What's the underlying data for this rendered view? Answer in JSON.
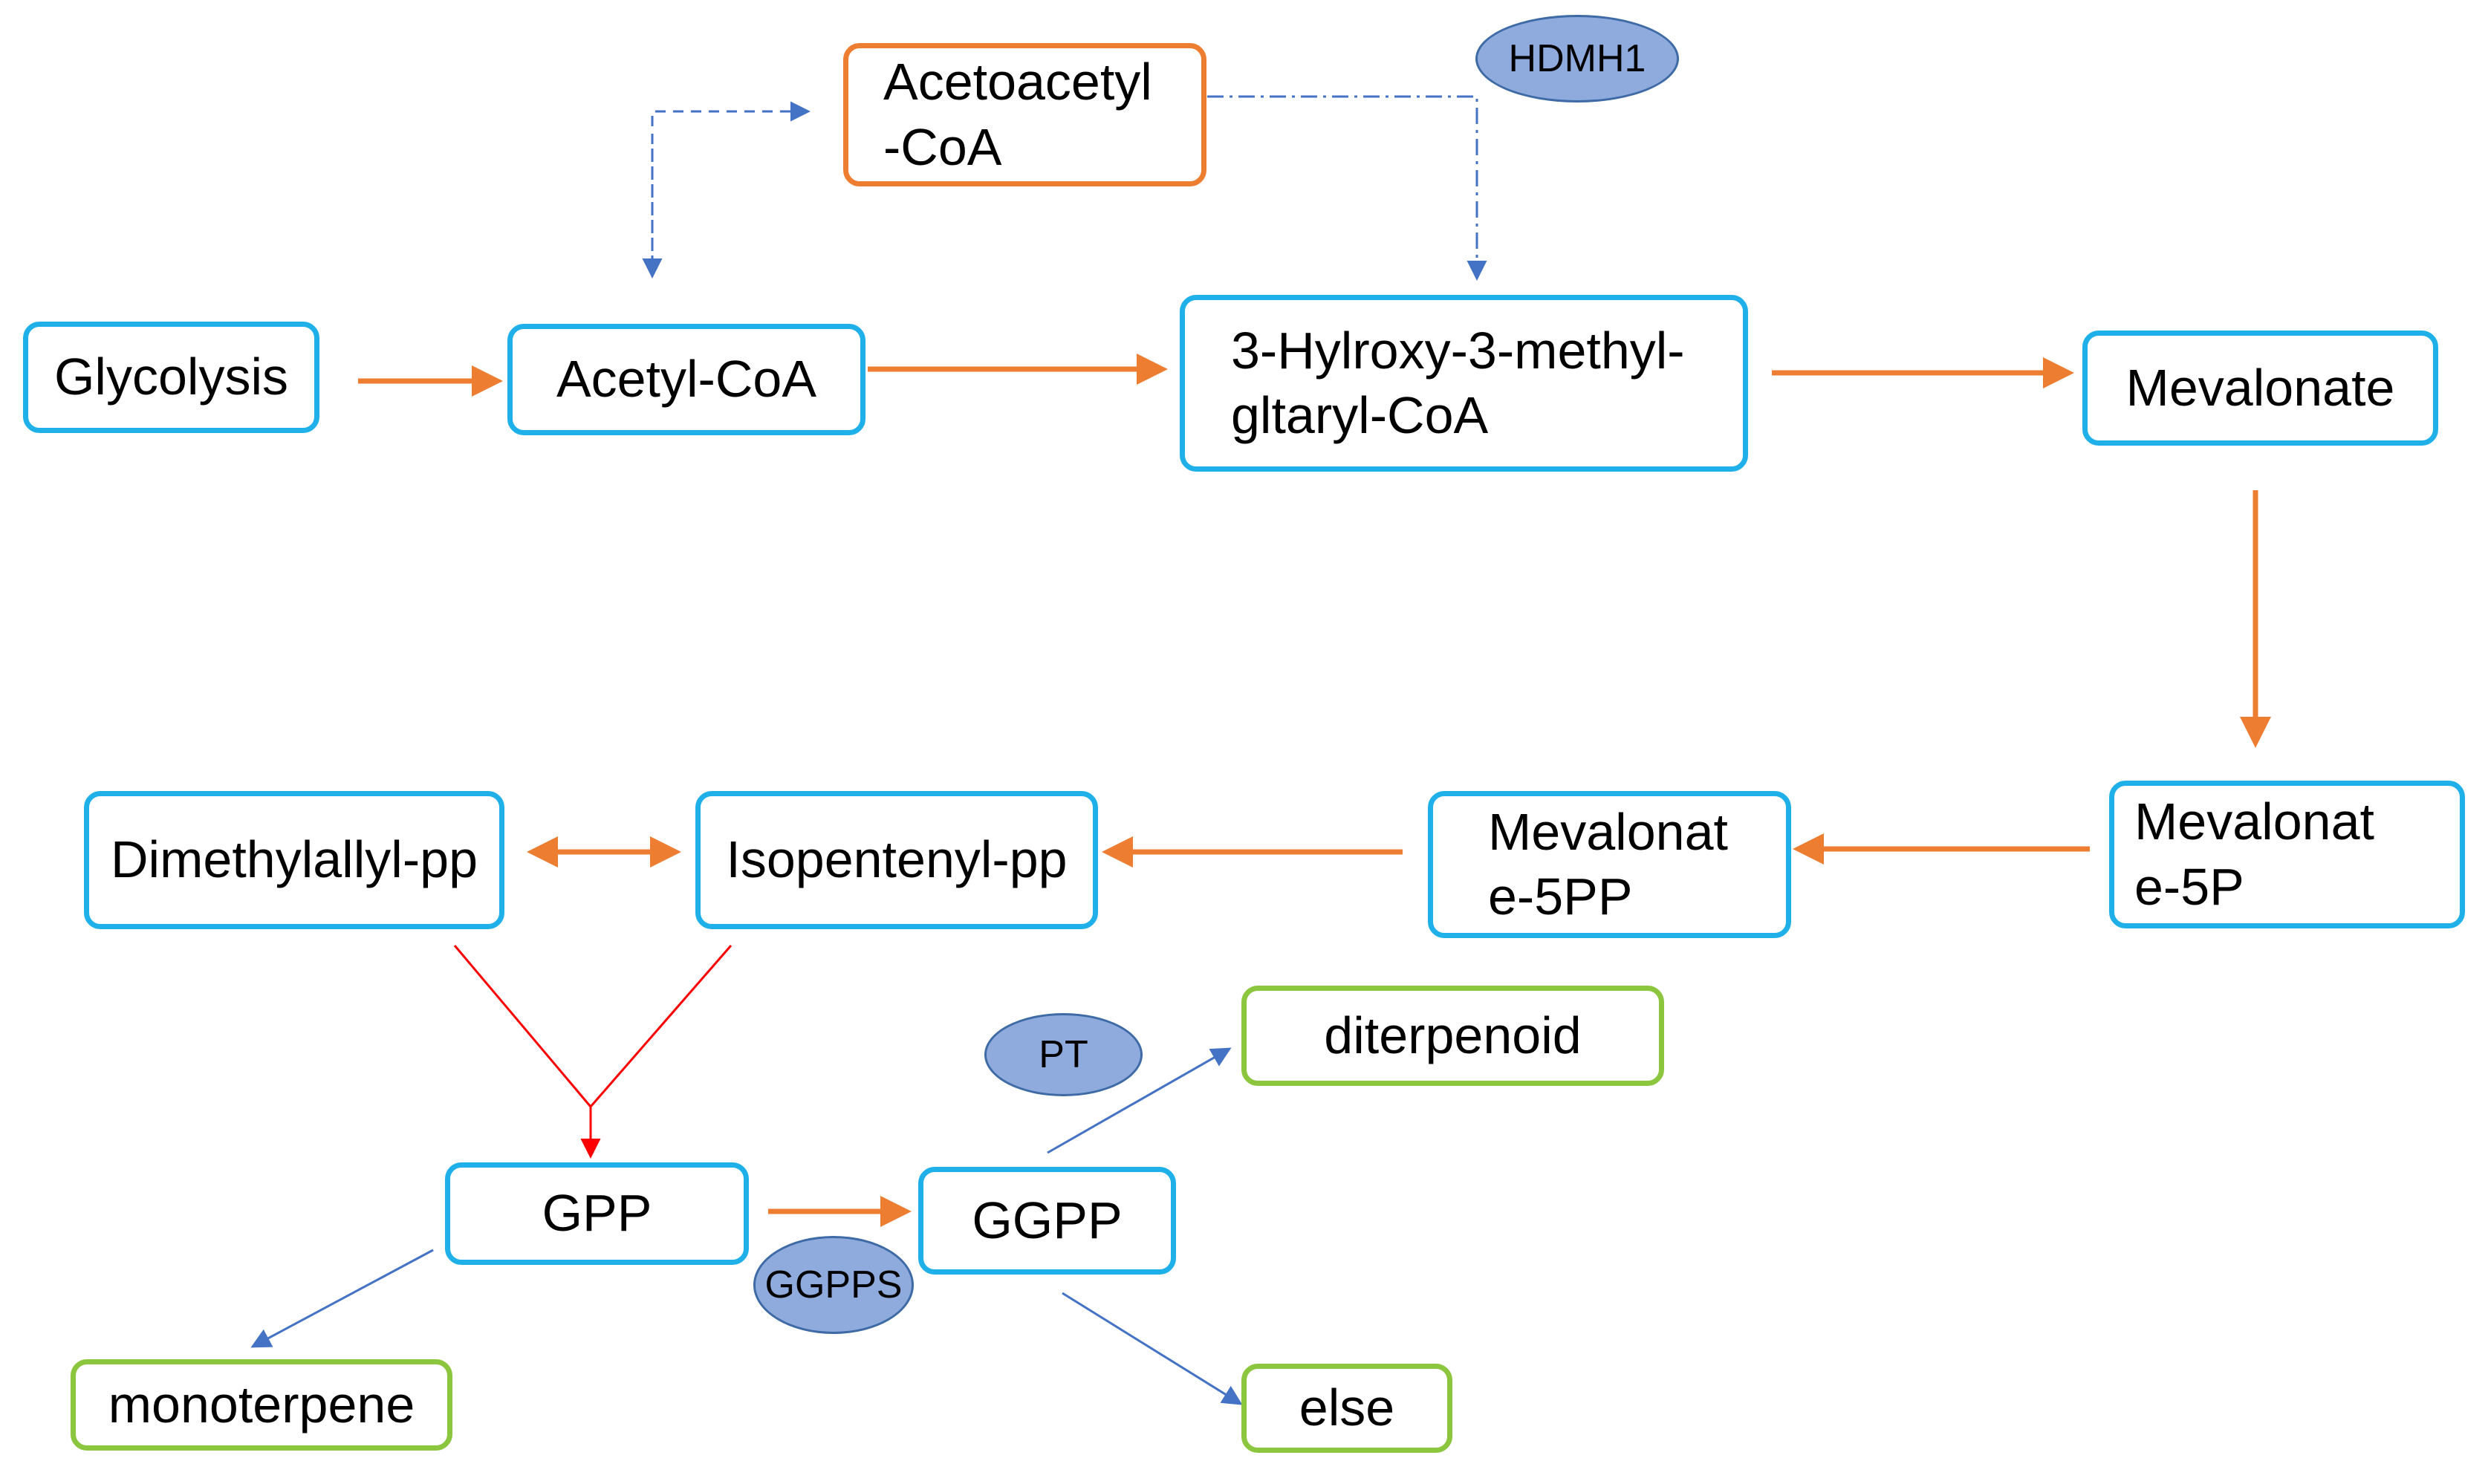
{
  "colors": {
    "blue_box": "#1fb0ea",
    "orange_box": "#ed7d31",
    "green_box": "#8cc63e",
    "orange_arrow": "#ed7d31",
    "blue_arrow": "#4472c4",
    "red_arrow": "#ff0000",
    "enzyme_fill": "#8faadc",
    "enzyme_stroke": "#3e6aa6"
  },
  "nodes": {
    "acetoacetyl_coa": "Acetoacetyl\n-CoA",
    "glycolysis": "Glycolysis",
    "acetyl_coa": "Acetyl-CoA",
    "hmg_coa": "3-Hylroxy-3-methyl-\ngltaryl-CoA",
    "mevalonate": "Mevalonate",
    "mevalonate_5p": "Mevalonat\ne-5P",
    "mevalonate_5pp": "Mevalonat\ne-5PP",
    "isopentenyl_pp": "Isopentenyl-pp",
    "dimethylallyl_pp": "Dimethylallyl-pp",
    "gpp": "GPP",
    "ggpp": "GGPP",
    "diterpenoid": "diterpenoid",
    "monoterpene": "monoterpene",
    "else": "else"
  },
  "enzymes": {
    "hdmh1": "HDMH1",
    "pt": "PT",
    "ggpps": "GGPPS"
  }
}
